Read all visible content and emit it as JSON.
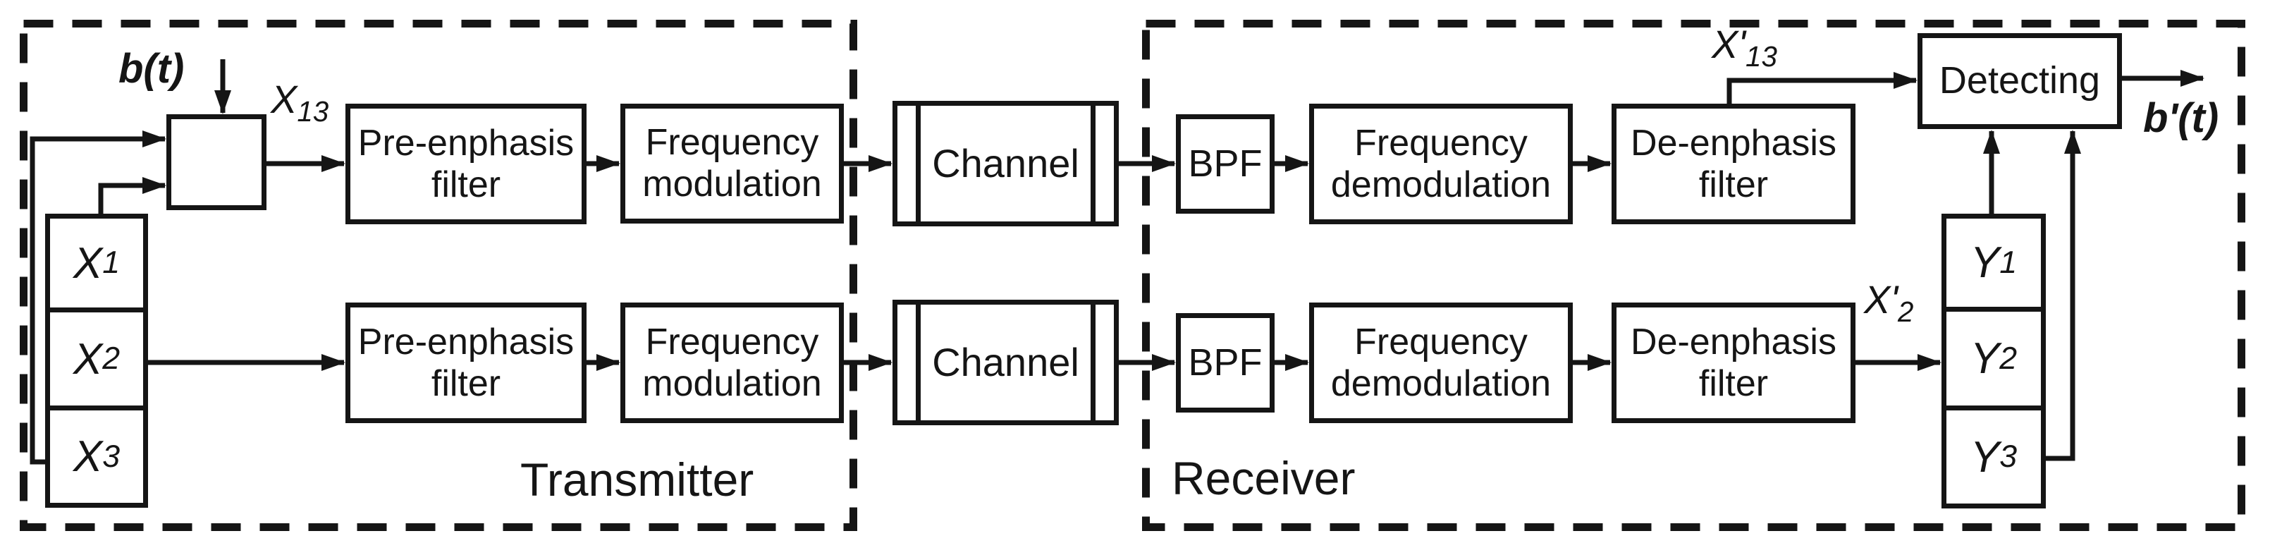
{
  "colors": {
    "ink": "#151515",
    "paper": "#ffffff"
  },
  "transmitter": {
    "label": "Transmitter",
    "input_signal": "b(t)",
    "multiplexed_signal": {
      "base": "X",
      "sub": "13"
    },
    "source_cells": [
      {
        "base": "X",
        "sub": "1"
      },
      {
        "base": "X",
        "sub": "2"
      },
      {
        "base": "X",
        "sub": "3"
      }
    ],
    "chains": [
      {
        "blocks": [
          {
            "lines": [
              "Pre-enphasis",
              "filter"
            ]
          },
          {
            "lines": [
              "Frequency",
              "modulation"
            ]
          }
        ]
      },
      {
        "blocks": [
          {
            "lines": [
              "Pre-enphasis",
              "filter"
            ]
          },
          {
            "lines": [
              "Frequency",
              "modulation"
            ]
          }
        ]
      }
    ]
  },
  "channel": {
    "label": "Channel"
  },
  "receiver": {
    "label": "Receiver",
    "chains": [
      {
        "blocks": [
          {
            "lines": [
              "BPF"
            ]
          },
          {
            "lines": [
              "Frequency",
              "demodulation"
            ]
          },
          {
            "lines": [
              "De-enphasis",
              "filter"
            ]
          }
        ],
        "output_signal": {
          "base": "X'",
          "sub": "13"
        }
      },
      {
        "blocks": [
          {
            "lines": [
              "BPF"
            ]
          },
          {
            "lines": [
              "Frequency",
              "demodulation"
            ]
          },
          {
            "lines": [
              "De-enphasis",
              "filter"
            ]
          }
        ],
        "output_signal": {
          "base": "X'",
          "sub": "2"
        }
      }
    ],
    "detector": {
      "label": "Detecting",
      "output_signal": "b'(t)"
    },
    "combiner_cells": [
      {
        "base": "Y",
        "sub": "1"
      },
      {
        "base": "Y",
        "sub": "2"
      },
      {
        "base": "Y",
        "sub": "3"
      }
    ]
  }
}
